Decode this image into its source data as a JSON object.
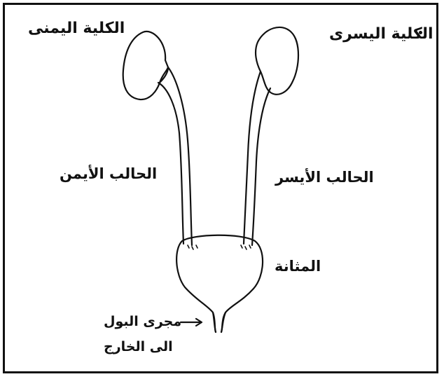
{
  "labels": {
    "right_kidney": "الكلية اليمنى",
    "left_kidney": "الكلية اليسرى",
    "right_ureter": "الحالب الأيمن",
    "left_ureter": "الحالب الأيسر",
    "bladder": "المثانة",
    "urethra_line1": "مجرى البول",
    "urethra_line2": "الى الخارج"
  },
  "colors": {
    "ink": "#111111",
    "paper": "#ffffff"
  }
}
